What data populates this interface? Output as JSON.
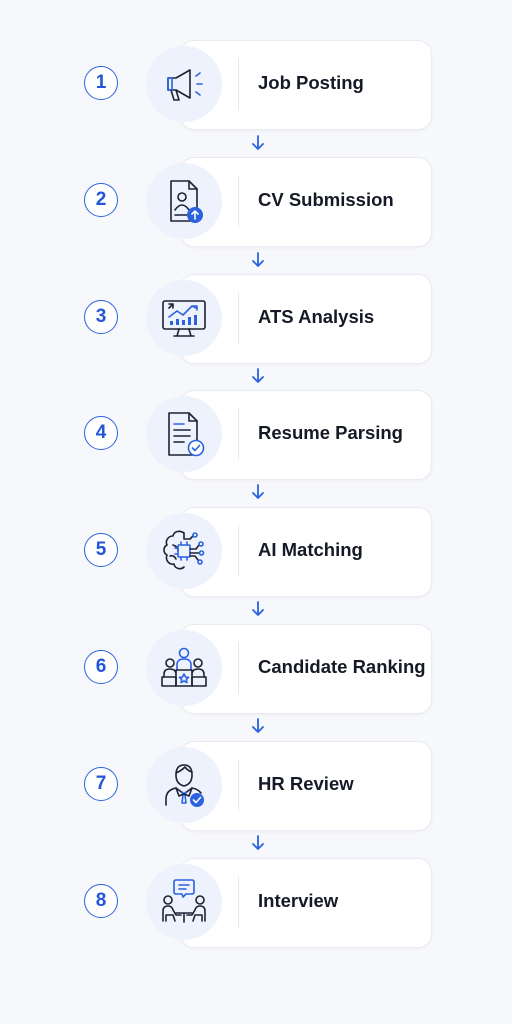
{
  "accent_color": "#2b62e0",
  "steps": [
    {
      "number": "1",
      "label": "Job Posting",
      "icon": "megaphone-icon"
    },
    {
      "number": "2",
      "label": "CV Submission",
      "icon": "cv-upload-icon"
    },
    {
      "number": "3",
      "label": "ATS Analysis",
      "icon": "analytics-monitor-icon"
    },
    {
      "number": "4",
      "label": "Resume Parsing",
      "icon": "document-check-icon"
    },
    {
      "number": "5",
      "label": "AI Matching",
      "icon": "ai-brain-icon"
    },
    {
      "number": "6",
      "label": "Candidate Ranking",
      "icon": "ranking-podium-icon"
    },
    {
      "number": "7",
      "label": "HR Review",
      "icon": "hr-reviewer-icon"
    },
    {
      "number": "8",
      "label": "Interview",
      "icon": "interview-icon"
    }
  ]
}
